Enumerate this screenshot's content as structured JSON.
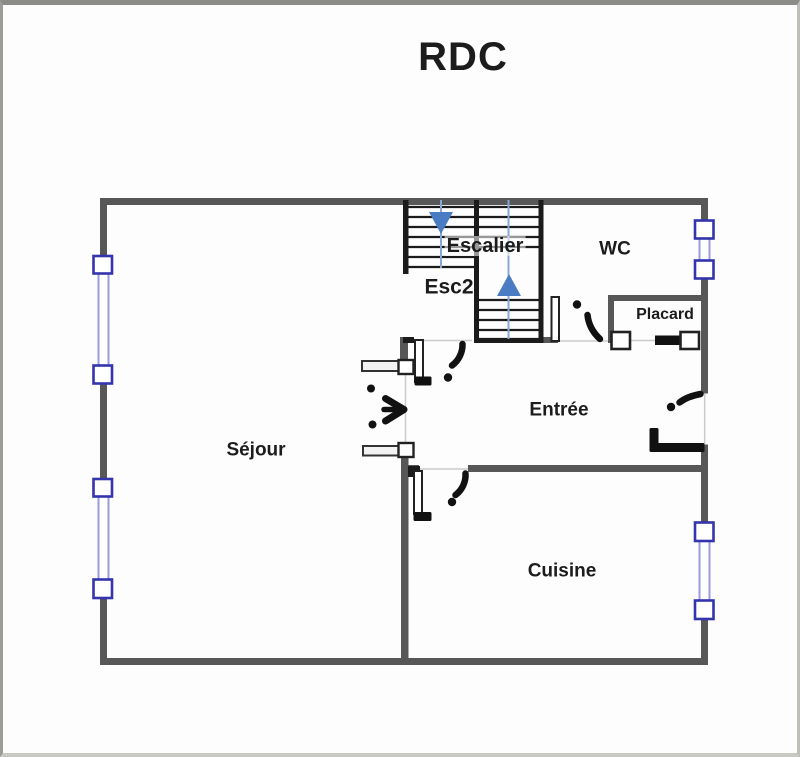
{
  "title": "RDC",
  "rooms": {
    "sejour": {
      "label": "Séjour"
    },
    "entree": {
      "label": "Entrée"
    },
    "cuisine": {
      "label": "Cuisine"
    },
    "wc": {
      "label": "WC"
    },
    "placard": {
      "label": "Placard"
    }
  },
  "stairs": {
    "label": "Escalier",
    "secondary_label": "Esc2",
    "direction_arrows": [
      "down",
      "up"
    ]
  },
  "colors": {
    "background": "#fdfdfd",
    "wall": "#575757",
    "stair_wall": "#1b1b1b",
    "door_leaf": "#111111",
    "window_frame": "#3434ac",
    "window_glass": "#9a9ade",
    "stair_arrow": "#4a7cc4",
    "stair_axis": "#8aa6d6",
    "opening_line": "#cbcbcb",
    "text": "#1c1c1c",
    "frame_border": "#9a9a96"
  }
}
